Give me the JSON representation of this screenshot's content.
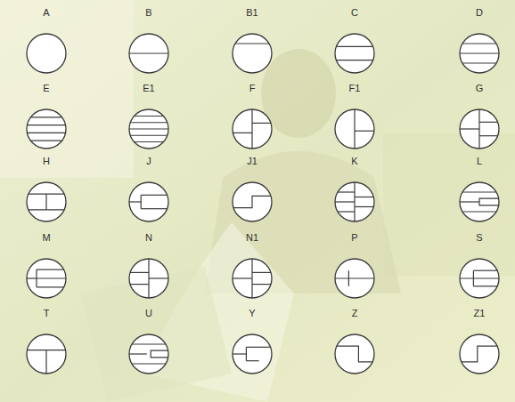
{
  "diagram": {
    "nodes": [
      {
        "text": [
          "A"
        ]
      },
      {
        "text": [
          "B"
        ]
      },
      {
        "text": [
          "B1"
        ]
      },
      {
        "text": [
          "C"
        ]
      },
      {
        "text": [
          "D"
        ]
      },
      {
        "text": [
          "E"
        ]
      },
      {
        "text": [
          "E1"
        ]
      },
      {
        "text": [
          "F"
        ]
      },
      {
        "text": [
          "F1"
        ]
      },
      {
        "text": [
          "G"
        ]
      },
      {
        "text": [
          "H"
        ]
      },
      {
        "text": [
          "J"
        ]
      },
      {
        "text": [
          "J1"
        ]
      },
      {
        "text": [
          "K"
        ]
      },
      {
        "text": [
          "L"
        ]
      },
      {
        "text": [
          "M"
        ]
      },
      {
        "text": [
          "N"
        ]
      },
      {
        "text": [
          "N1"
        ]
      },
      {
        "text": [
          "P"
        ]
      },
      {
        "text": [
          "S"
        ]
      },
      {
        "text": [
          "T"
        ]
      },
      {
        "text": [
          "U"
        ]
      },
      {
        "text": [
          "Y"
        ]
      },
      {
        "text": [
          "Z"
        ]
      },
      {
        "text": [
          "Z1"
        ]
      }
    ]
  }
}
